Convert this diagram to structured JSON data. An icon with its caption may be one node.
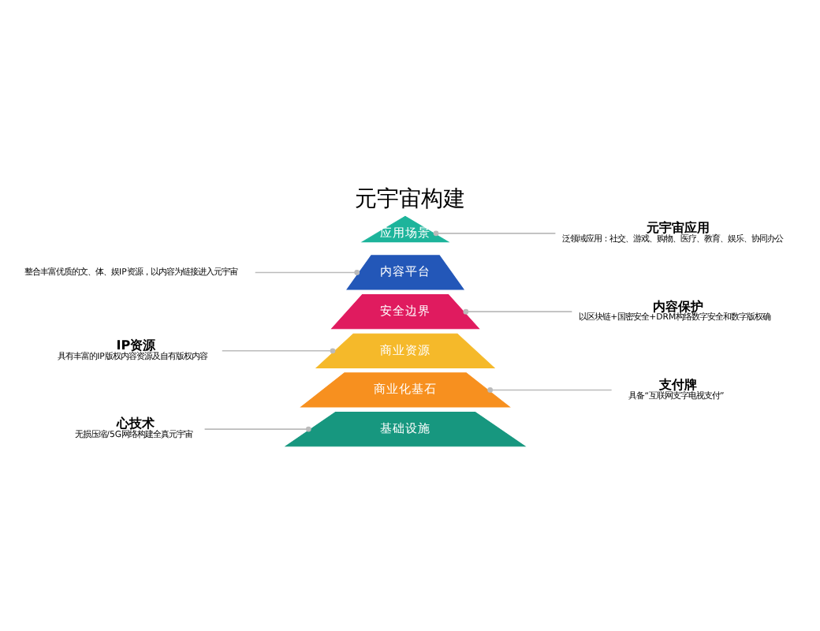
{
  "diagram": {
    "title": "元宇宙构建",
    "nodes": [
      {
        "text": [
          "应用场景"
        ]
      },
      {
        "text": [
          "内容平台"
        ]
      },
      {
        "text": [
          "安全边界"
        ]
      },
      {
        "text": [
          "商业资源"
        ]
      },
      {
        "text": [
          "商业化基石"
        ]
      },
      {
        "text": [
          "基础设施"
        ]
      },
      {
        "text": [
          "元宇宙应用",
          "泛领域应用：社交、游戏、购物、医疗、教育、娱乐、协同办公"
        ]
      },
      {
        "text": [
          "整合丰富优质的文、体、娱IP资源，以内容为链接进入元宇宙"
        ]
      },
      {
        "text": [
          "内容保护",
          "以区块链+国密安全+DRM构络数字安全和数字版权确"
        ]
      },
      {
        "text": [
          "IP资源",
          "具有丰富的IP版权内容资源及自有版权内容"
        ]
      },
      {
        "text": [
          "支付牌",
          "具备“互联网支字电视支付”"
        ]
      },
      {
        "text": [
          "心技术",
          "无损压缩/5G网络构建全真元宇宙"
        ]
      }
    ],
    "edges": [
      {
        "from": 6,
        "to": 0,
        "arrow": "other"
      },
      {
        "from": 7,
        "to": 1,
        "arrow": "other"
      },
      {
        "from": 8,
        "to": 2,
        "arrow": "other"
      },
      {
        "from": 9,
        "to": 3,
        "arrow": "other"
      },
      {
        "from": 10,
        "to": 4,
        "arrow": "other"
      },
      {
        "from": 11,
        "to": 5,
        "arrow": "other"
      }
    ]
  }
}
